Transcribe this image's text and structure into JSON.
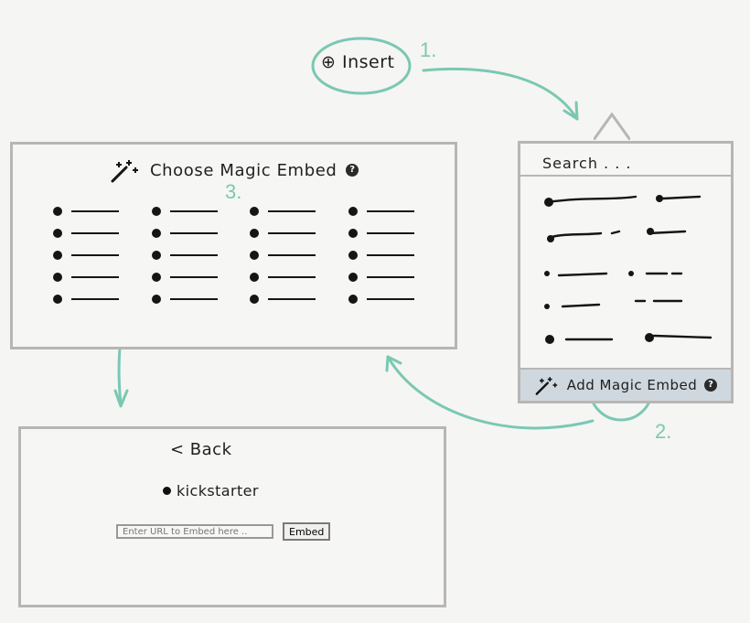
{
  "insert_label": "Insert",
  "choose_panel": {
    "title": "Choose Magic Embed",
    "help_mark": "?"
  },
  "search_panel": {
    "search_label": "Search . . .",
    "add_label": "Add Magic Embed",
    "help_mark": "?"
  },
  "detail_panel": {
    "back_label": "< Back",
    "service_label": "kickstarter",
    "url_placeholder": "Enter URL to Embed here ..",
    "embed_label": "Embed"
  },
  "step_markers": {
    "one": "1.",
    "two": "2.",
    "three": "3."
  },
  "colors": {
    "accent": "#7bc8b2",
    "border": "#b8b6b3",
    "highlight_bar": "#cfd8df",
    "ink": "#151515"
  }
}
